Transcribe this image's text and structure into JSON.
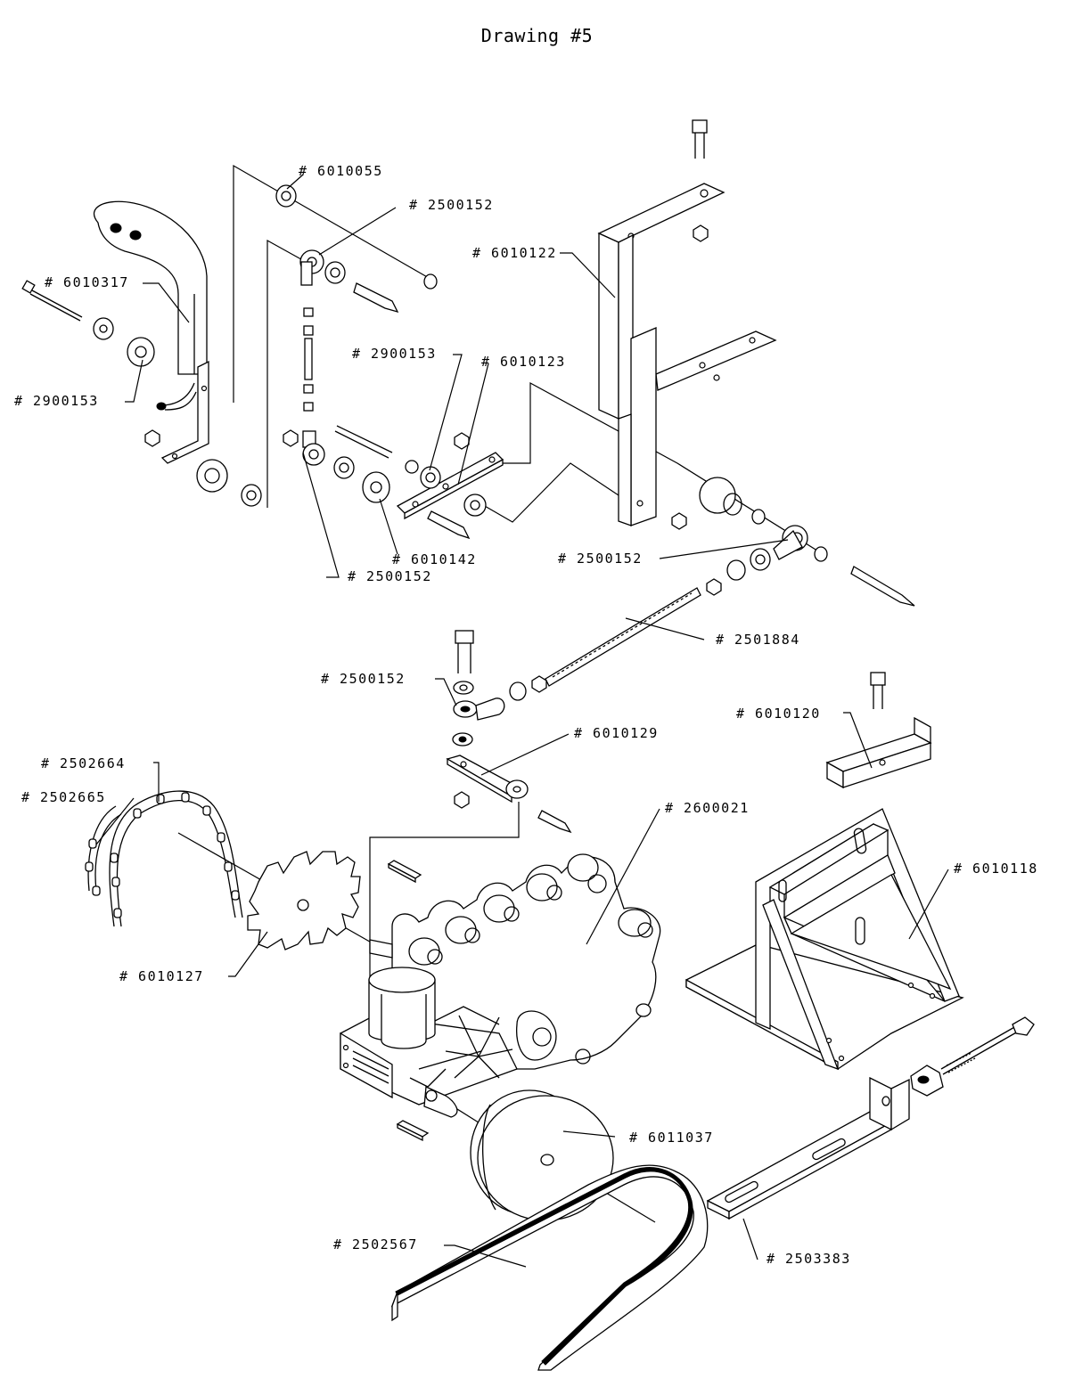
{
  "title": "Drawing #5",
  "callouts": [
    {
      "id": "6010055",
      "label": "# 6010055"
    },
    {
      "id": "2500152-a",
      "label": "# 2500152"
    },
    {
      "id": "6010122",
      "label": "# 6010122"
    },
    {
      "id": "6010317",
      "label": "# 6010317"
    },
    {
      "id": "2900153-a",
      "label": "# 2900153"
    },
    {
      "id": "2900153-b",
      "label": "# 2900153"
    },
    {
      "id": "6010123",
      "label": "# 6010123"
    },
    {
      "id": "6010142",
      "label": "# 6010142"
    },
    {
      "id": "2500152-b",
      "label": "# 2500152"
    },
    {
      "id": "2500152-c",
      "label": "# 2500152"
    },
    {
      "id": "2501884",
      "label": "# 2501884"
    },
    {
      "id": "2500152-d",
      "label": "# 2500152"
    },
    {
      "id": "6010120",
      "label": "# 6010120"
    },
    {
      "id": "6010129",
      "label": "# 6010129"
    },
    {
      "id": "2502664",
      "label": "# 2502664"
    },
    {
      "id": "2502665",
      "label": "# 2502665"
    },
    {
      "id": "2600021",
      "label": "# 2600021"
    },
    {
      "id": "6010118",
      "label": "# 6010118"
    },
    {
      "id": "6010127",
      "label": "# 6010127"
    },
    {
      "id": "6011037",
      "label": "# 6011037"
    },
    {
      "id": "2502567",
      "label": "# 2502567"
    },
    {
      "id": "2503383",
      "label": "# 2503383"
    }
  ]
}
